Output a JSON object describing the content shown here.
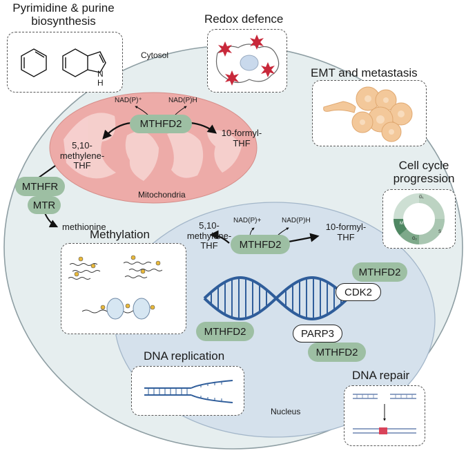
{
  "compartments": {
    "cytosol": "Cytosol",
    "mitochondria": "Mitochondria",
    "nucleus": "Nucleus"
  },
  "functions": {
    "pyrimidine": "Pyrimidine & purine\nbiosynthesis",
    "redox": "Redox defence",
    "emt": "EMT and metastasis",
    "cell_cycle": "Cell cycle\nprogression",
    "methylation": "Methylation",
    "dna_replication": "DNA replication",
    "dna_repair": "DNA repair"
  },
  "mito": {
    "enzyme": "MTHFD2",
    "cofactor_in": "NAD(P)⁺",
    "cofactor_out": "NAD(P)H",
    "substrate": "5,10-\nmethylene-\nTHF",
    "product": "10-formyl-\nTHF"
  },
  "cytosol_path": {
    "enzyme1": "MTHFR",
    "enzyme2": "MTR",
    "product": "methionine"
  },
  "nucleus": {
    "enzyme": "MTHFD2",
    "cofactor_in": "NAD(P)+",
    "cofactor_out": "NAD(P)H",
    "substrate": "5,10-\nmethylene-\nTHF",
    "product": "10-formyl-\nTHF",
    "complex1_enzyme": "MTHFD2",
    "complex1_partner": "CDK2",
    "dna_enzyme": "MTHFD2",
    "complex2_partner": "PARP3",
    "complex2_enzyme": "MTHFD2"
  },
  "cell_cycle_phases": {
    "g1": "G₁",
    "s": "S",
    "g2": "G₂",
    "m": "M"
  },
  "purine_nh": "N\nH",
  "colors": {
    "cell_fill": "#e6eeef",
    "nucleus_fill": "#d5e1ec",
    "mito_fill": "#edaba8",
    "enzyme_pill": "#9dbfa3",
    "dna_blue": "#2f5d9a",
    "ros_red": "#c8283a",
    "methyl_yellow": "#e8b83a",
    "emt_orange": "#f3c89a"
  }
}
